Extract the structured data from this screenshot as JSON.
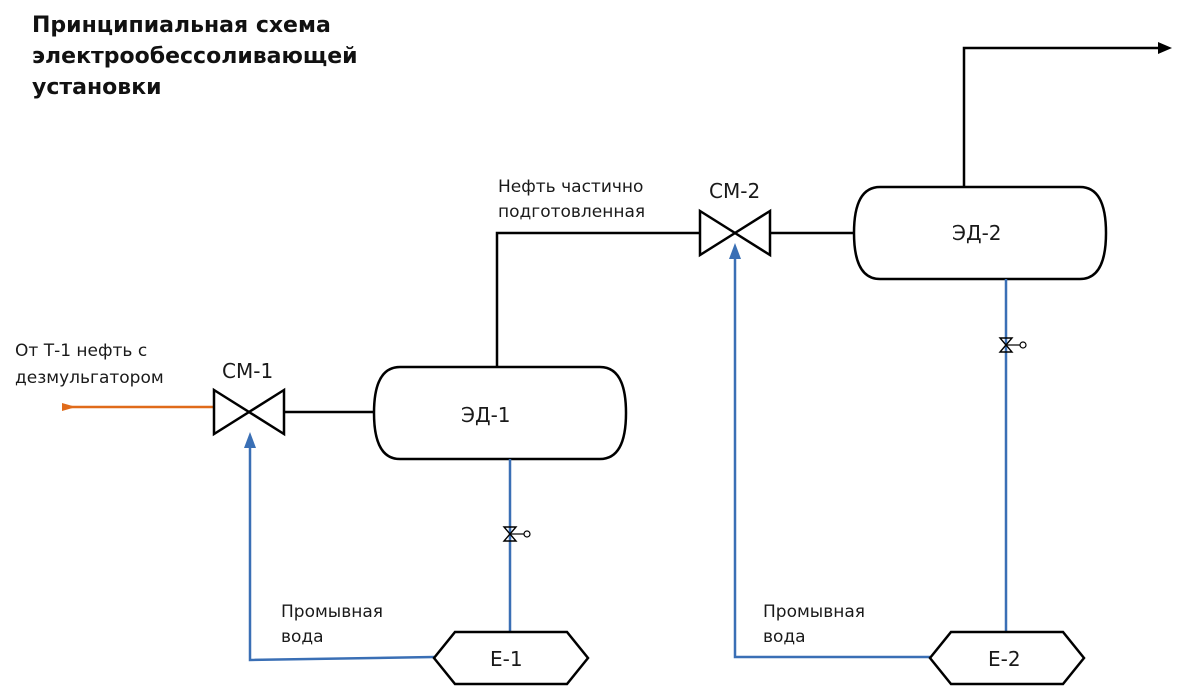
{
  "title": "Принципиальная схема электрообессоливающей установки",
  "labels": {
    "inlet_line1": "От Т-1 нефть с",
    "inlet_line2": "дезмульгатором",
    "partial_oil_line1": "Нефть частично",
    "partial_oil_line2": "подготовленная",
    "wash_water_1_line1": "Промывная",
    "wash_water_1_line2": "вода",
    "wash_water_2_line1": "Промывная",
    "wash_water_2_line2": "вода"
  },
  "equipment": {
    "mixer_1": "СМ-1",
    "mixer_2": "СМ-2",
    "dehydrator_1": "ЭД-1",
    "dehydrator_2": "ЭД-2",
    "tank_1": "Е-1",
    "tank_2": "Е-2"
  },
  "colors": {
    "oil_line": "#000000",
    "water_line": "#3a6fb5",
    "feed_line": "#e06b1a"
  }
}
